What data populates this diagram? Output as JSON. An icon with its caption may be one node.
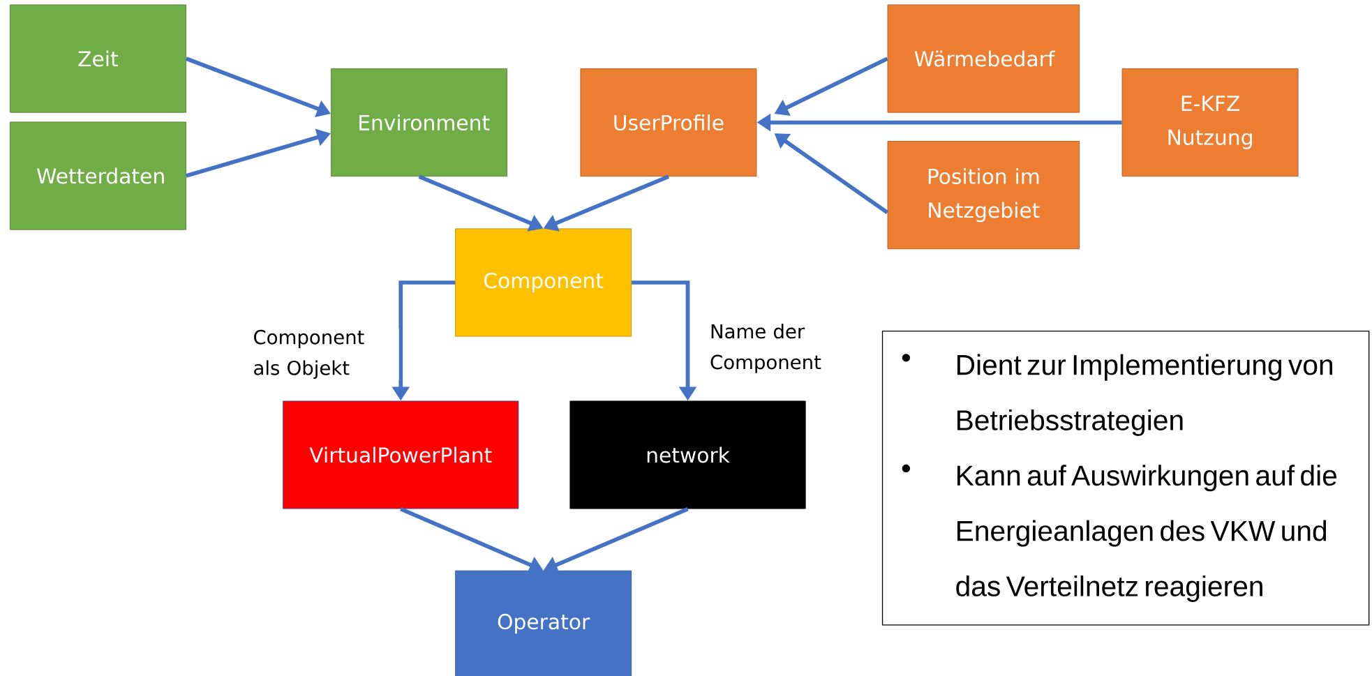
{
  "diagram": {
    "nodes": [
      {
        "text": [
          "Zeit"
        ]
      },
      {
        "text": [
          "Wetterdaten"
        ]
      },
      {
        "text": [
          "Environment"
        ]
      },
      {
        "text": [
          "UserProfile"
        ]
      },
      {
        "text": [
          "Wärmebedarf"
        ]
      },
      {
        "text": [
          "E-KFZ Nutzung"
        ]
      },
      {
        "text": [
          "Position im Netzgebiet"
        ]
      },
      {
        "text": [
          "Component"
        ]
      },
      {
        "text": [
          "VirtualPowerPlant"
        ]
      },
      {
        "text": [
          "network"
        ]
      },
      {
        "text": [
          "Operator"
        ]
      },
      {
        "text": [
          "Dient zur Implementierung von Betriebsstrategien",
          "Kann auf Auswirkungen auf die Energieanlagen des VKW und das Verteilnetz reagieren"
        ]
      }
    ],
    "edges": [
      {
        "from": 0,
        "to": 2,
        "arrow": "to"
      },
      {
        "from": 1,
        "to": 2,
        "arrow": "to"
      },
      {
        "from": 2,
        "to": 7,
        "arrow": "to"
      },
      {
        "from": 3,
        "to": 7,
        "arrow": "to"
      },
      {
        "from": 4,
        "to": 3,
        "arrow": "to"
      },
      {
        "from": 5,
        "to": 3,
        "arrow": "to"
      },
      {
        "from": 6,
        "to": 3,
        "arrow": "to"
      },
      {
        "from": 7,
        "to": 8,
        "arrow": "to",
        "label": "Component als Objekt"
      },
      {
        "from": 7,
        "to": 9,
        "arrow": "to",
        "label": "Name der Component"
      },
      {
        "from": 8,
        "to": 10,
        "arrow": "to"
      },
      {
        "from": 9,
        "to": 10,
        "arrow": "to"
      }
    ]
  }
}
